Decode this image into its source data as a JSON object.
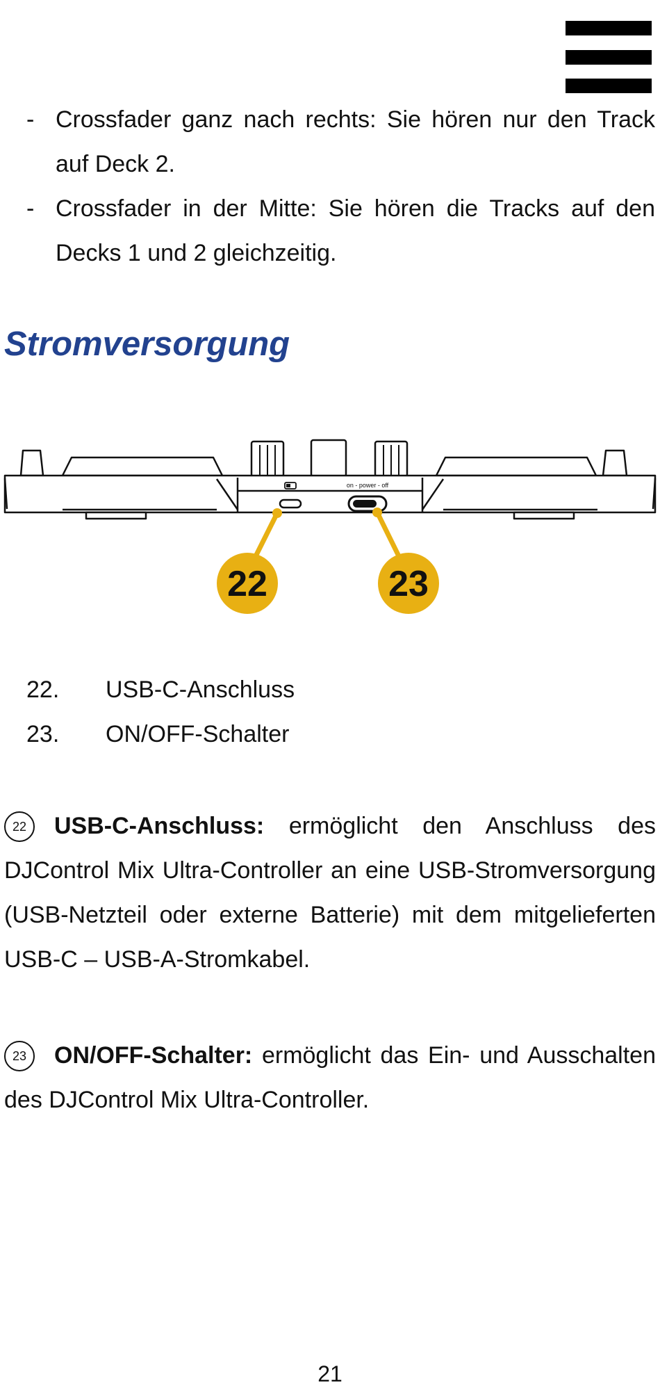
{
  "bullets": [
    "Crossfader ganz nach rechts: Sie hören nur den Track auf Deck 2.",
    "Crossfader in der Mitte: Sie hören die Tracks auf den Decks 1 und 2 gleichzeitig."
  ],
  "bullet_dash": "-",
  "heading": "Stromversorgung",
  "figure": {
    "power_label": "on - power - off",
    "callout_22": "22",
    "callout_23": "23",
    "callout_color": "#e8b013"
  },
  "legend": [
    {
      "num": "22.",
      "label": "USB-C-Anschluss"
    },
    {
      "num": "23.",
      "label": "ON/OFF-Schalter"
    }
  ],
  "para_22": {
    "marker": "22",
    "term": "USB-C-Anschluss:",
    "text": "ermöglicht den Anschluss des DJControl Mix Ultra-Controller an eine USB-Stromversorgung (USB-Netzteil oder externe Batterie) mit dem mitgelieferten USB-C – USB-A-Stromkabel."
  },
  "para_23": {
    "marker": "23",
    "term": "ON/OFF-Schalter:",
    "text": "ermöglicht das Ein- und Ausschalten des DJControl Mix Ultra-Controller."
  },
  "page_number": "21"
}
